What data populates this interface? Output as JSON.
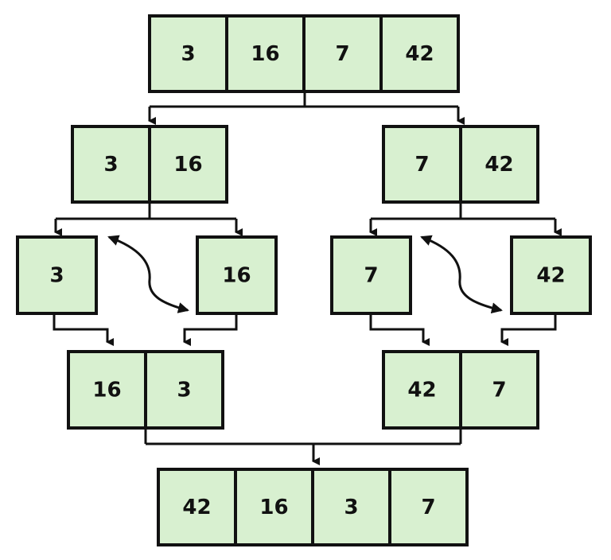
{
  "colors": {
    "cell_fill": "#d8f0d0",
    "stroke": "#111111",
    "background": "#ffffff"
  },
  "rows": {
    "input": [
      "3",
      "16",
      "7",
      "42"
    ],
    "left_pair": [
      "3",
      "16"
    ],
    "right_pair": [
      "7",
      "42"
    ],
    "split_left_a": [
      "3"
    ],
    "split_left_b": [
      "16"
    ],
    "split_right_a": [
      "7"
    ],
    "split_right_b": [
      "42"
    ],
    "merged_left": [
      "16",
      "3"
    ],
    "merged_right": [
      "42",
      "7"
    ],
    "output": [
      "42",
      "16",
      "3",
      "7"
    ]
  }
}
